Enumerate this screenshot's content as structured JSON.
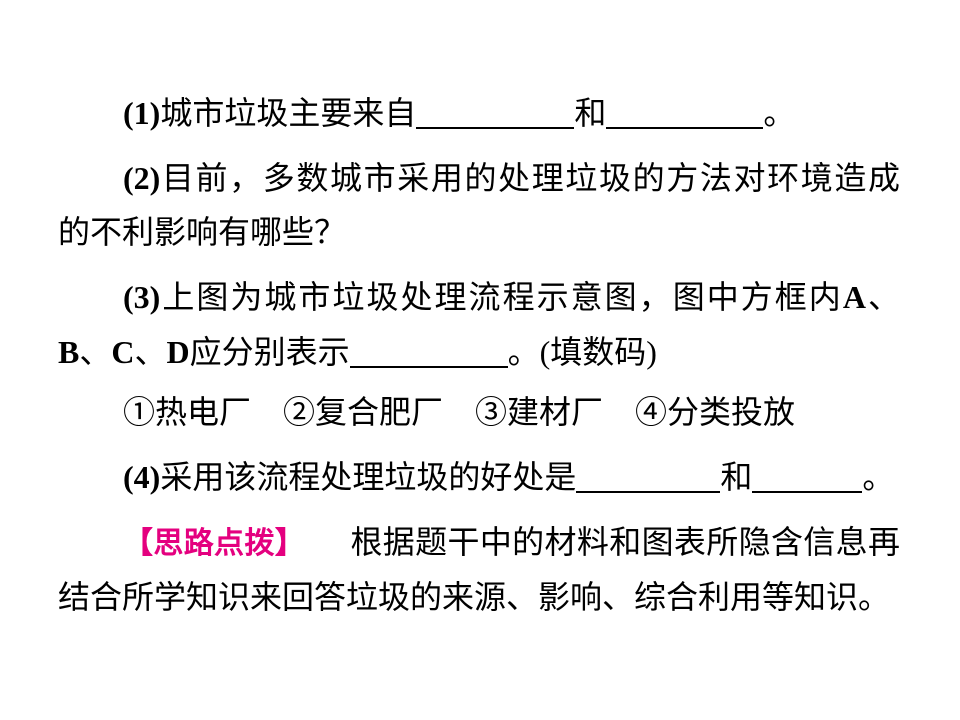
{
  "q1": {
    "num": "(1)",
    "text": "城市垃圾主要来自",
    "and": "和",
    "end": "。"
  },
  "q2": {
    "num": "(2)",
    "line1": "目前，多数城市采用的处理垃圾的方法对环境造成",
    "line2": "的不利影响有哪些？"
  },
  "q3": {
    "num": "(3)",
    "line1": "上图为城市垃圾处理流程示意图，图中方框内",
    "letters": [
      "A",
      "B",
      "C",
      "D"
    ],
    "sep": "、",
    "text2": "应分别表示",
    "end": "。",
    "note": "(填数码)"
  },
  "options": [
    "①热电厂",
    "②复合肥厂",
    "③建材厂",
    "④分类投放"
  ],
  "q4": {
    "num": "(4)",
    "text": "采用该流程处理垃圾的好处是",
    "and": "和",
    "end": "。"
  },
  "hint": {
    "label": "【思路点拨】",
    "line1": "根据题干中的材料和图表所隐含信息再",
    "line2": "结合所学知识来回答垃圾的来源、影响、综合利用等知识。"
  },
  "colors": {
    "background": "#FFFFFF",
    "text": "#000000",
    "hint_label": "#E4007F"
  }
}
